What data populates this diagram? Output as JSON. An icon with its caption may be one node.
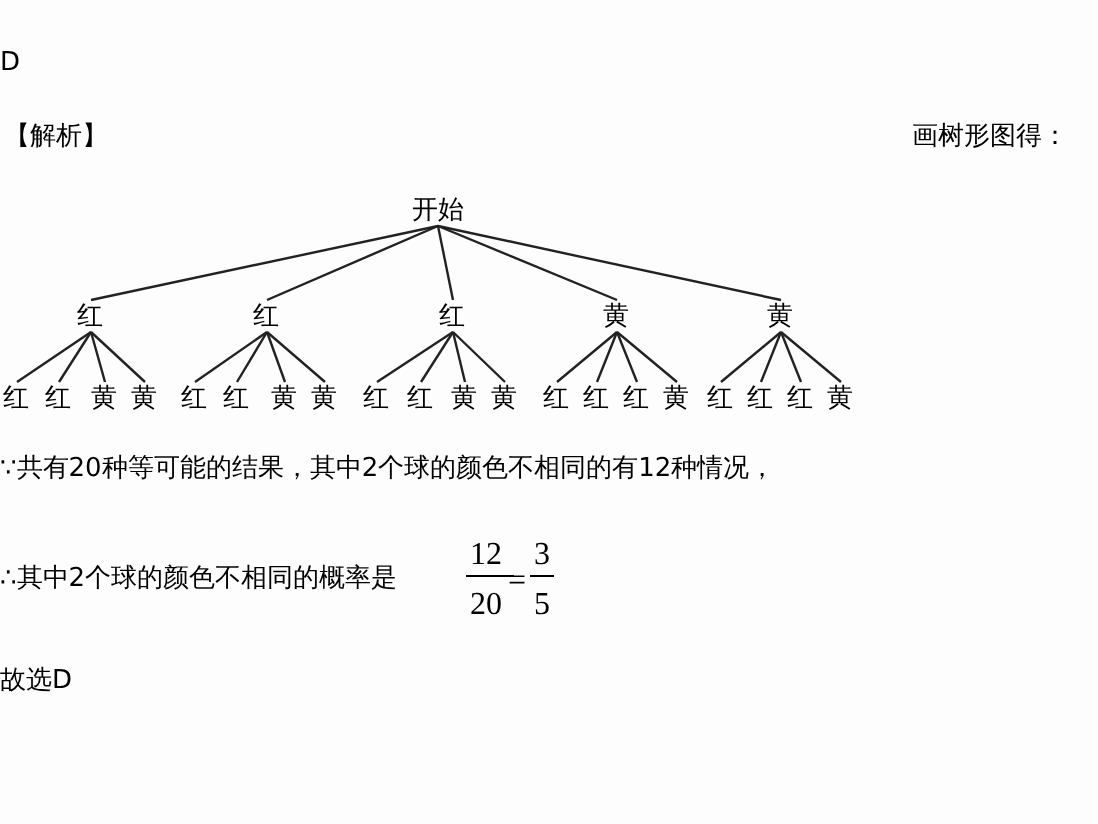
{
  "diagram": {
    "nodes": [
      {
        "text": [
          "开始"
        ]
      },
      {
        "text": [
          "红"
        ]
      },
      {
        "text": [
          "红"
        ]
      },
      {
        "text": [
          "红"
        ]
      },
      {
        "text": [
          "黄"
        ]
      },
      {
        "text": [
          "黄"
        ]
      },
      {
        "text": [
          "红"
        ]
      },
      {
        "text": [
          "红"
        ]
      },
      {
        "text": [
          "黄"
        ]
      },
      {
        "text": [
          "黄"
        ]
      },
      {
        "text": [
          "红"
        ]
      },
      {
        "text": [
          "红"
        ]
      },
      {
        "text": [
          "黄"
        ]
      },
      {
        "text": [
          "黄"
        ]
      },
      {
        "text": [
          "红"
        ]
      },
      {
        "text": [
          "红"
        ]
      },
      {
        "text": [
          "黄"
        ]
      },
      {
        "text": [
          "黄"
        ]
      },
      {
        "text": [
          "红"
        ]
      },
      {
        "text": [
          "红"
        ]
      },
      {
        "text": [
          "红"
        ]
      },
      {
        "text": [
          "黄"
        ]
      },
      {
        "text": [
          "红"
        ]
      },
      {
        "text": [
          "红"
        ]
      },
      {
        "text": [
          "红"
        ]
      },
      {
        "text": [
          "黄"
        ]
      }
    ],
    "edges": [
      {
        "from": 0,
        "to": 1,
        "arrow": "none"
      },
      {
        "from": 0,
        "to": 2,
        "arrow": "none"
      },
      {
        "from": 0,
        "to": 3,
        "arrow": "none"
      },
      {
        "from": 0,
        "to": 4,
        "arrow": "none"
      },
      {
        "from": 0,
        "to": 5,
        "arrow": "none"
      },
      {
        "from": 1,
        "to": 6,
        "arrow": "none"
      },
      {
        "from": 1,
        "to": 7,
        "arrow": "none"
      },
      {
        "from": 1,
        "to": 8,
        "arrow": "none"
      },
      {
        "from": 1,
        "to": 9,
        "arrow": "none"
      },
      {
        "from": 2,
        "to": 10,
        "arrow": "none"
      },
      {
        "from": 2,
        "to": 11,
        "arrow": "none"
      },
      {
        "from": 2,
        "to": 12,
        "arrow": "none"
      },
      {
        "from": 2,
        "to": 13,
        "arrow": "none"
      },
      {
        "from": 3,
        "to": 14,
        "arrow": "none"
      },
      {
        "from": 3,
        "to": 15,
        "arrow": "none"
      },
      {
        "from": 3,
        "to": 16,
        "arrow": "none"
      },
      {
        "from": 3,
        "to": 17,
        "arrow": "none"
      },
      {
        "from": 4,
        "to": 18,
        "arrow": "none"
      },
      {
        "from": 4,
        "to": 19,
        "arrow": "none"
      },
      {
        "from": 4,
        "to": 20,
        "arrow": "none"
      },
      {
        "from": 4,
        "to": 21,
        "arrow": "none"
      },
      {
        "from": 5,
        "to": 22,
        "arrow": "none"
      },
      {
        "from": 5,
        "to": 23,
        "arrow": "none"
      },
      {
        "from": 5,
        "to": 24,
        "arrow": "none"
      },
      {
        "from": 5,
        "to": 25,
        "arrow": "none"
      }
    ],
    "labels": [
      "D",
      "【解析】",
      "画树形图得：",
      "∵共有20种等可能的结果，其中2个球的颜色不相同的有12种情况，",
      "∴其中2个球的颜色不相同的概率是",
      "12",
      "20",
      "=",
      "3",
      "5",
      "故选D"
    ]
  }
}
